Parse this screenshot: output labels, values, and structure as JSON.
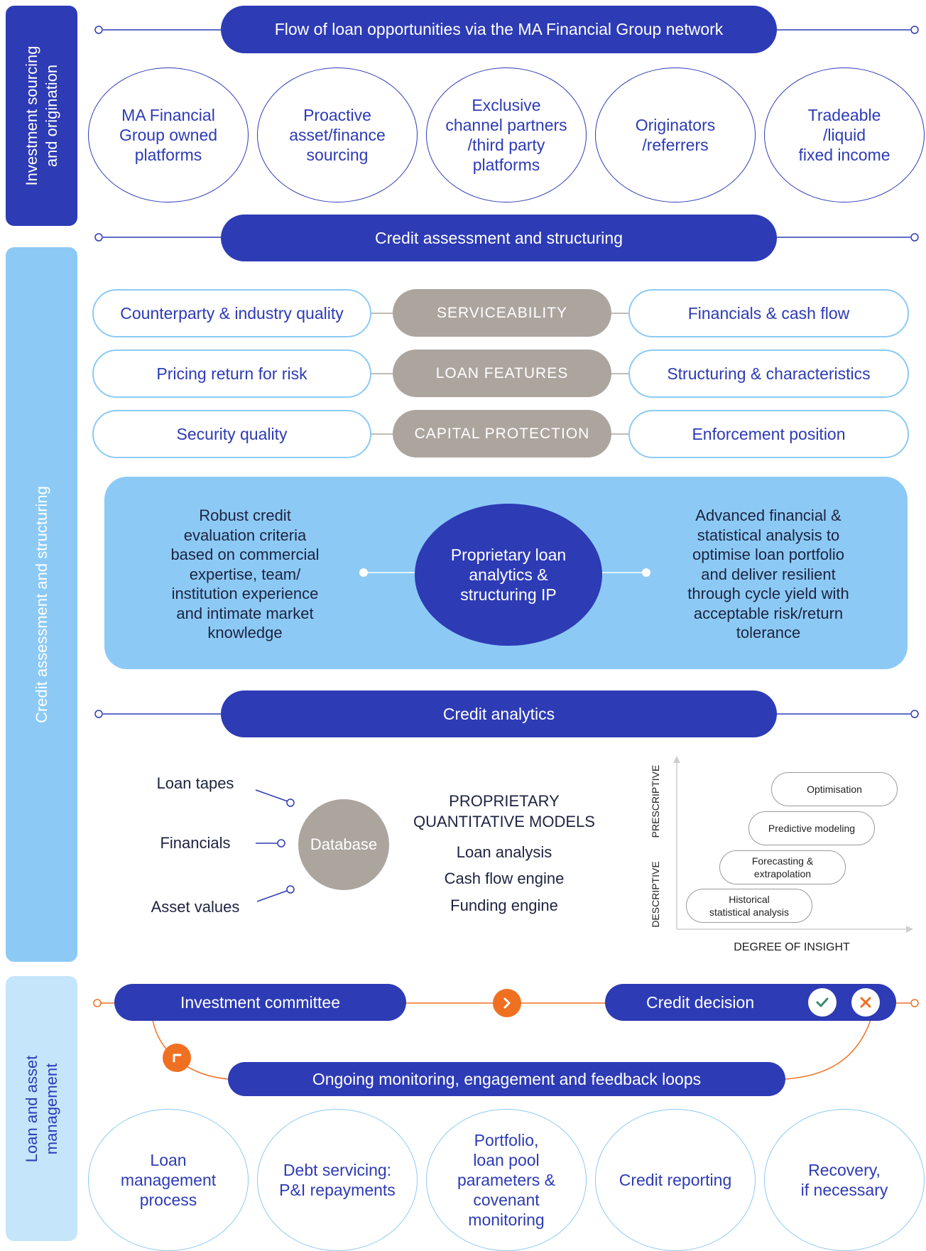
{
  "sidebar": {
    "sourcing": "Investment sourcing\nand origination",
    "credit": "Credit assessment and structuring",
    "loan_mgmt": "Loan and asset\nmanagement"
  },
  "headers": {
    "flow": "Flow of loan opportunities via the MA Financial Group network",
    "credit_assessment": "Credit assessment and structuring",
    "credit_analytics": "Credit analytics"
  },
  "sources": [
    "MA Financial\nGroup owned\nplatforms",
    "Proactive\nasset/finance\nsourcing",
    "Exclusive\nchannel partners\n/third party\nplatforms",
    "Originators\n/referrers",
    "Tradeable\n/liquid\nfixed income"
  ],
  "assessment_rows": [
    {
      "left": "Counterparty & industry quality",
      "center": "SERVICEABILITY",
      "right": "Financials & cash flow"
    },
    {
      "left": "Pricing return for risk",
      "center": "LOAN FEATURES",
      "right": "Structuring & characteristics"
    },
    {
      "left": "Security quality",
      "center": "CAPITAL PROTECTION",
      "right": "Enforcement position"
    }
  ],
  "analytics_panel": {
    "left": "Robust credit\nevaluation criteria\nbased on commercial\nexpertise, team/\ninstitution experience\nand intimate market\nknowledge",
    "center": "Proprietary loan\nanalytics &\nstructuring IP",
    "right": "Advanced financial &\nstatistical analysis to\noptimise loan portfolio\nand deliver resilient\nthrough cycle yield with\nacceptable risk/return\ntolerance"
  },
  "inputs": [
    "Loan tapes",
    "Financials",
    "Asset values"
  ],
  "database": "Database",
  "models": {
    "title": "PROPRIETARY\nQUANTITATIVE MODELS",
    "items": [
      "Loan analysis",
      "Cash flow engine",
      "Funding engine"
    ]
  },
  "insight_chart": {
    "y_top": "PRESCRIPTIVE",
    "y_bottom": "DESCRIPTIVE",
    "x_label": "DEGREE OF INSIGHT",
    "steps": [
      "Historical\nstatistical analysis",
      "Forecasting &\nextrapolation",
      "Predictive modeling",
      "Optimisation"
    ]
  },
  "loan_mgmt": {
    "committee": "Investment committee",
    "decision": "Credit decision",
    "monitoring": "Ongoing monitoring, engagement and feedback loops",
    "items": [
      "Loan\nmanagement\nprocess",
      "Debt servicing:\nP&I repayments",
      "Portfolio,\nloan pool\nparameters &\ncovenant\nmonitoring",
      "Credit reporting",
      "Recovery,\nif necessary"
    ]
  },
  "colors": {
    "navy": "#2d3bb5",
    "light_blue": "#8ccaf5",
    "pale_blue": "#c5e5fb",
    "grey": "#aca59e",
    "orange": "#f07022",
    "green": "#3a8a6e"
  }
}
